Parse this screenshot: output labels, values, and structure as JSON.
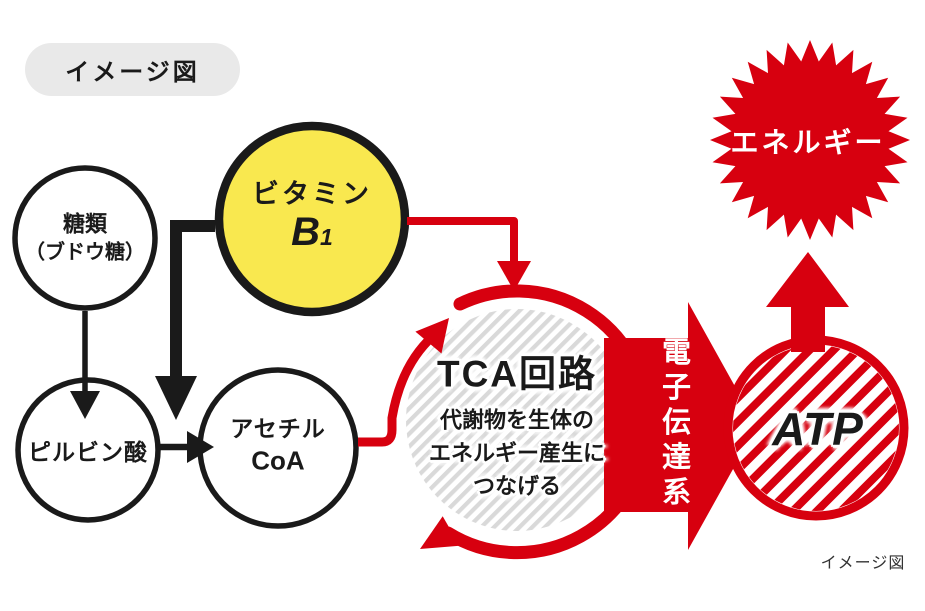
{
  "badge": {
    "label": "イメージ図"
  },
  "footer_note": "イメージ図",
  "colors": {
    "red": "#d7000f",
    "yellow": "#f9e84f",
    "black": "#1a1a1a",
    "gray_hatch": "#d9d9d9",
    "badge_bg": "#e9e9e9",
    "white": "#ffffff"
  },
  "nodes": {
    "sugar": {
      "line1": "糖類",
      "line2": "（ブドウ糖）"
    },
    "vitamin_b1": {
      "line1": "ビタミン",
      "symbol": "B",
      "subscript": "1"
    },
    "pyruvate": {
      "label": "ピルビン酸"
    },
    "acetyl_coa": {
      "line1": "アセチル",
      "line2": "CoA"
    },
    "tca": {
      "title": "TCA回路",
      "desc1": "代謝物を生体の",
      "desc2": "エネルギー産生に",
      "desc3": "つなげる"
    },
    "electron_transport": {
      "label": "電子伝達系"
    },
    "atp": {
      "label": "ATP"
    },
    "energy": {
      "label": "エネルギー"
    }
  },
  "flows": [
    {
      "from": "sugar",
      "to": "pyruvate",
      "color": "black"
    },
    {
      "from": "vitamin_b1",
      "to": "acetyl_coa-junction",
      "color": "black"
    },
    {
      "from": "pyruvate",
      "to": "acetyl_coa",
      "color": "black"
    },
    {
      "from": "vitamin_b1",
      "to": "tca",
      "color": "red"
    },
    {
      "from": "acetyl_coa",
      "to": "tca",
      "color": "red"
    },
    {
      "from": "tca",
      "to": "electron_transport",
      "color": "red"
    },
    {
      "from": "electron_transport",
      "to": "atp",
      "color": "red"
    },
    {
      "from": "atp",
      "to": "energy",
      "color": "red"
    }
  ]
}
